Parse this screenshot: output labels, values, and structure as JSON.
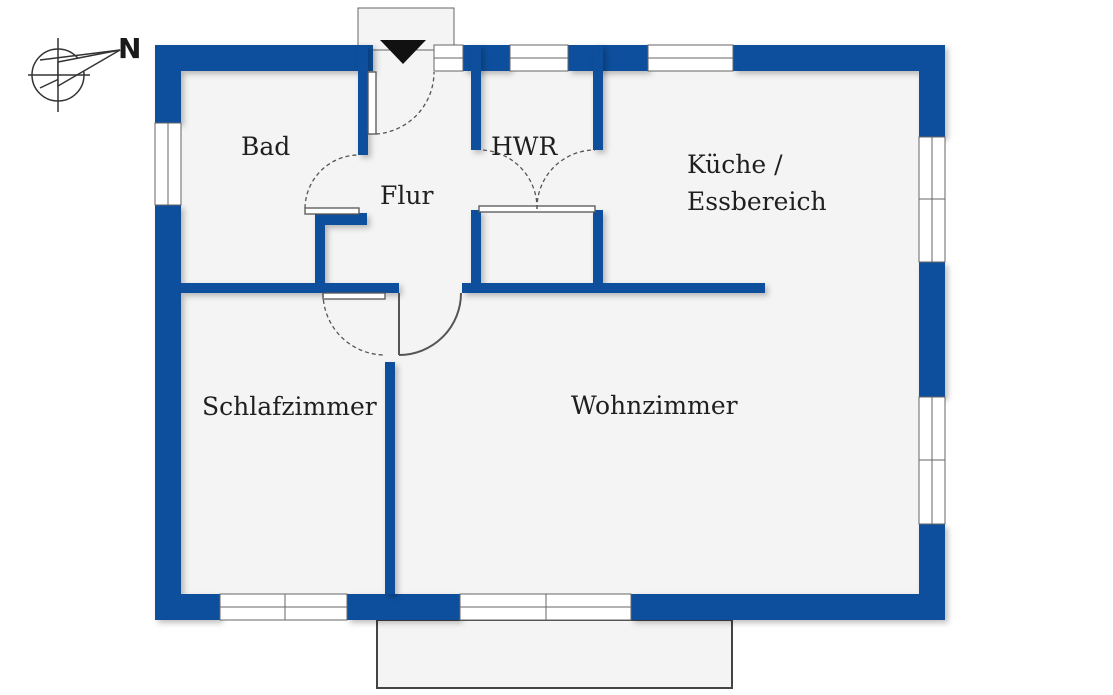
{
  "plan": {
    "rooms": {
      "bad": "Bad",
      "flur": "Flur",
      "hwr": "HWR",
      "kueche_line1": "Küche /",
      "kueche_line2": "Essbereich",
      "schlafzimmer": "Schlafzimmer",
      "wohnzimmer": "Wohnzimmer"
    },
    "compass": {
      "letter": "N"
    }
  },
  "colors": {
    "wall": "#0b4f9c",
    "floor": "#f4f4f4",
    "window": "#ffffff",
    "line": "#555555",
    "text": "#1f1f1f"
  }
}
